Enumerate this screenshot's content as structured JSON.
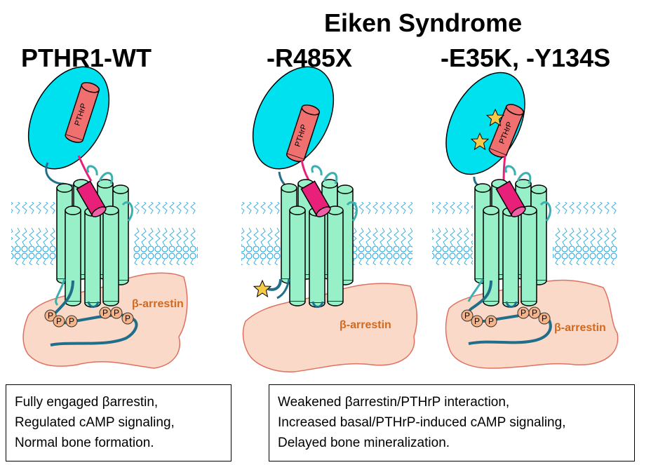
{
  "titles": {
    "group": "Eiken Syndrome",
    "wt": "PTHR1-WT",
    "r485x": "-R485X",
    "e35k_y134s": "-E35K, -Y134S"
  },
  "labels": {
    "ligand": "PTHrP",
    "arrestin": "β-arrestin",
    "phospho": "P"
  },
  "boxes": {
    "left": [
      "Fully engaged βarrestin,",
      "Regulated cAMP signaling,",
      "Normal bone formation."
    ],
    "right": [
      "Weakened βarrestin/PTHrP interaction,",
      "Increased basal/PTHrP-induced cAMP signaling,",
      "Delayed bone mineralization."
    ]
  },
  "colors": {
    "ecd": "#00e1f0",
    "helix": "#98f0c8",
    "ligand": "#f07070",
    "linker_helix": "#e8207a",
    "arrestin_fill": "#fad9c8",
    "arrestin_edge": "#e07060",
    "loop": "#1f6f8b",
    "membrane": "#3ab0e0",
    "phospho": "#f5b48a",
    "star": "#f7c948"
  }
}
